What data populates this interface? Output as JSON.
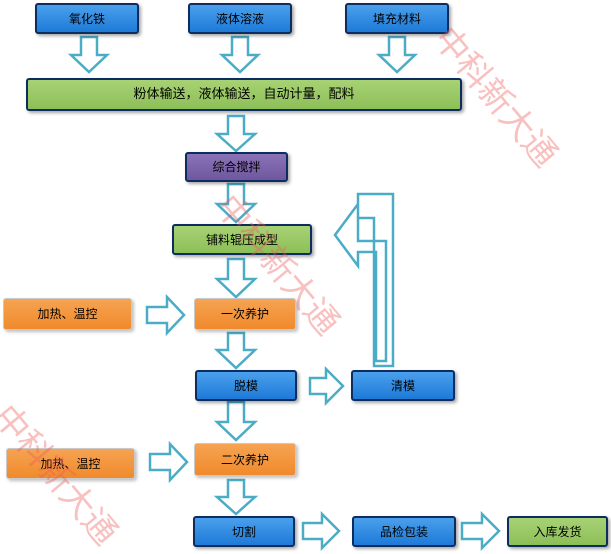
{
  "nodes": {
    "iron_oxide": "氧化铁",
    "liquid_solution": "液体溶液",
    "filler": "填充材料",
    "conveying": "粉体输送，液体输送，自动计量，配料",
    "mixing": "综合搅拌",
    "roll_forming": "铺料辊压成型",
    "heat_control_1": "加热、温控",
    "curing_1": "一次养护",
    "demold": "脱模",
    "mold_clean": "清模",
    "heat_control_2": "加热、温控",
    "curing_2": "二次养护",
    "cutting": "切割",
    "inspection_pack": "品检包装",
    "warehouse_ship": "入库发货"
  },
  "watermark": "中科新大通",
  "colors": {
    "blue_box": "#2a86e0",
    "green_box": "#97c964",
    "purple_box": "#7b63ac",
    "orange_box": "#f39138",
    "box_border": "#0d2d5e",
    "arrow_fill": "#ffffff",
    "arrow_stroke": "#4bacc6",
    "watermark": "#f05a5a"
  }
}
